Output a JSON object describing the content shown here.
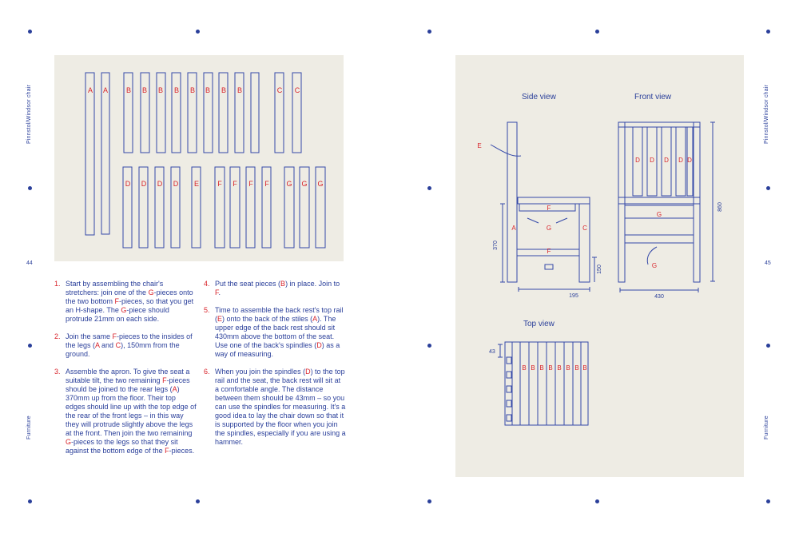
{
  "left_page": {
    "side_title": "Pinnstol/Windsor chair",
    "side_section": "Furniture",
    "page_number": "44",
    "parts_top": [
      "A",
      "A",
      "B",
      "B",
      "B",
      "B",
      "B",
      "B",
      "B",
      "B",
      "C",
      "C"
    ],
    "parts_bottom": [
      "D",
      "D",
      "D",
      "D",
      "E",
      "F",
      "F",
      "F",
      "F",
      "G",
      "G",
      "G"
    ],
    "steps_col1": [
      {
        "num": "1.",
        "segments": [
          {
            "t": "Start by assembling the chair's stretchers: join one of the "
          },
          {
            "t": "G",
            "r": true
          },
          {
            "t": "-pieces onto the two bottom "
          },
          {
            "t": "F",
            "r": true
          },
          {
            "t": "-pieces, so that you get an H-shape. The "
          },
          {
            "t": "G",
            "r": true
          },
          {
            "t": "-piece should protrude 21mm on each side."
          }
        ]
      },
      {
        "num": "2.",
        "segments": [
          {
            "t": "Join the same "
          },
          {
            "t": "F",
            "r": true
          },
          {
            "t": "-pieces to the insides of the legs ("
          },
          {
            "t": "A",
            "r": true
          },
          {
            "t": " and "
          },
          {
            "t": "C",
            "r": true
          },
          {
            "t": "), 150mm from the ground."
          }
        ]
      },
      {
        "num": "3.",
        "segments": [
          {
            "t": "Assemble the apron. To give the seat a suitable tilt, the two remaining "
          },
          {
            "t": "F",
            "r": true
          },
          {
            "t": "-pieces should be joined to the rear legs ("
          },
          {
            "t": "A",
            "r": true
          },
          {
            "t": ") 370mm up from the floor. Their top edges should line up with the top edge of the rear of the front legs – in this way they will protrude slightly above the legs at the front. Then join the two remaining "
          },
          {
            "t": "G",
            "r": true
          },
          {
            "t": "-pieces to the legs so that they sit against the bottom edge of the "
          },
          {
            "t": "F",
            "r": true
          },
          {
            "t": "-pieces."
          }
        ]
      }
    ],
    "steps_col2": [
      {
        "num": "4.",
        "segments": [
          {
            "t": "Put the seat pieces ("
          },
          {
            "t": "B",
            "r": true
          },
          {
            "t": ") in place. Join to "
          },
          {
            "t": "F",
            "r": true
          },
          {
            "t": "."
          }
        ]
      },
      {
        "num": "5.",
        "segments": [
          {
            "t": "Time to assemble the back rest's top rail ("
          },
          {
            "t": "E",
            "r": true
          },
          {
            "t": ") onto the back of the stiles ("
          },
          {
            "t": "A",
            "r": true
          },
          {
            "t": "). The upper edge of the back rest should sit 430mm above the bottom of the seat. Use one of the back's spindles ("
          },
          {
            "t": "D",
            "r": true
          },
          {
            "t": ") as a way of measuring."
          }
        ]
      },
      {
        "num": "6.",
        "segments": [
          {
            "t": "When you join the spindles ("
          },
          {
            "t": "D",
            "r": true
          },
          {
            "t": ") to the top rail and the seat, the back rest will sit at a comfortable angle. The distance between them should be 43mm – so you can use the spindles for measuring. It's a good idea to lay the chair down so that it is supported by the floor when you join the spindles, especially if you are using a hammer."
          }
        ]
      }
    ]
  },
  "right_page": {
    "side_title": "Pinnstol/Windsor chair",
    "side_section": "Furniture",
    "page_number": "45",
    "side_view": {
      "title": "Side view",
      "labels": {
        "e": "E",
        "f_seat": "F",
        "a": "A",
        "g": "G",
        "c": "C",
        "f_low": "F"
      },
      "dims": {
        "height": "370",
        "foot": "150",
        "depth": "195"
      }
    },
    "front_view": {
      "title": "Front view",
      "spindles": [
        "D",
        "D",
        "D",
        "D",
        "D"
      ],
      "labels": {
        "g_upper": "G",
        "g_lower": "G"
      },
      "dims": {
        "height": "860",
        "width": "430"
      }
    },
    "top_view": {
      "title": "Top view",
      "seat_pieces": [
        "B",
        "B",
        "B",
        "B",
        "B",
        "B",
        "B",
        "B"
      ],
      "dims": {
        "gap": "43"
      }
    }
  },
  "colors": {
    "ink": "#2a3f9a",
    "red": "#d8232a",
    "paper": "#eeece4"
  }
}
